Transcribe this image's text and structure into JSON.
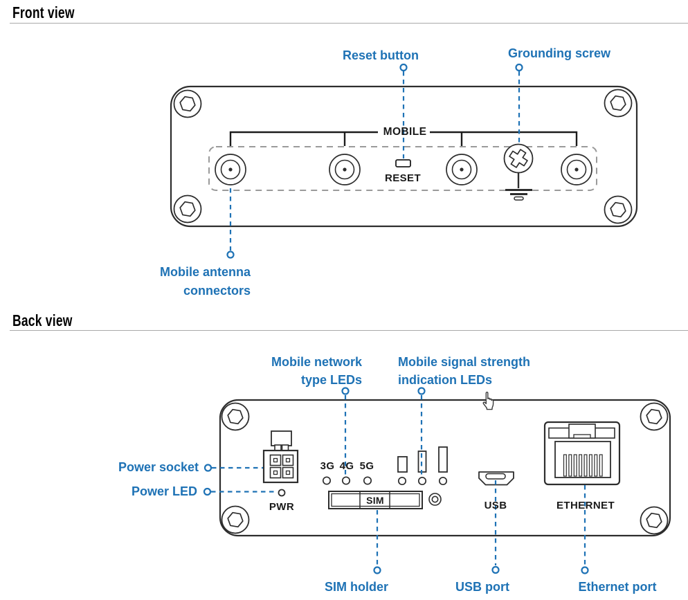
{
  "colors": {
    "accent_blue": "#1e72b5",
    "outline_dark": "#2d2d2d"
  },
  "front": {
    "heading": "Front view",
    "callouts": {
      "reset_button": "Reset button",
      "grounding_screw": "Grounding screw",
      "mobile_antenna_line1": "Mobile antenna",
      "mobile_antenna_line2": "connectors"
    },
    "device_labels": {
      "mobile": "MOBILE",
      "reset": "RESET"
    }
  },
  "back": {
    "heading": "Back view",
    "callouts": {
      "network_leds_line1": "Mobile network",
      "network_leds_line2": "type LEDs",
      "signal_leds_line1": "Mobile signal strength",
      "signal_leds_line2": "indication LEDs",
      "power_socket": "Power socket",
      "power_led": "Power LED",
      "sim_holder": "SIM holder",
      "usb_port": "USB port",
      "ethernet_port": "Ethernet port"
    },
    "device_labels": {
      "pwr": "PWR",
      "net_3g": "3G",
      "net_4g": "4G",
      "net_5g": "5G",
      "sim": "SIM",
      "usb": "USB",
      "ethernet": "ETHERNET"
    }
  }
}
